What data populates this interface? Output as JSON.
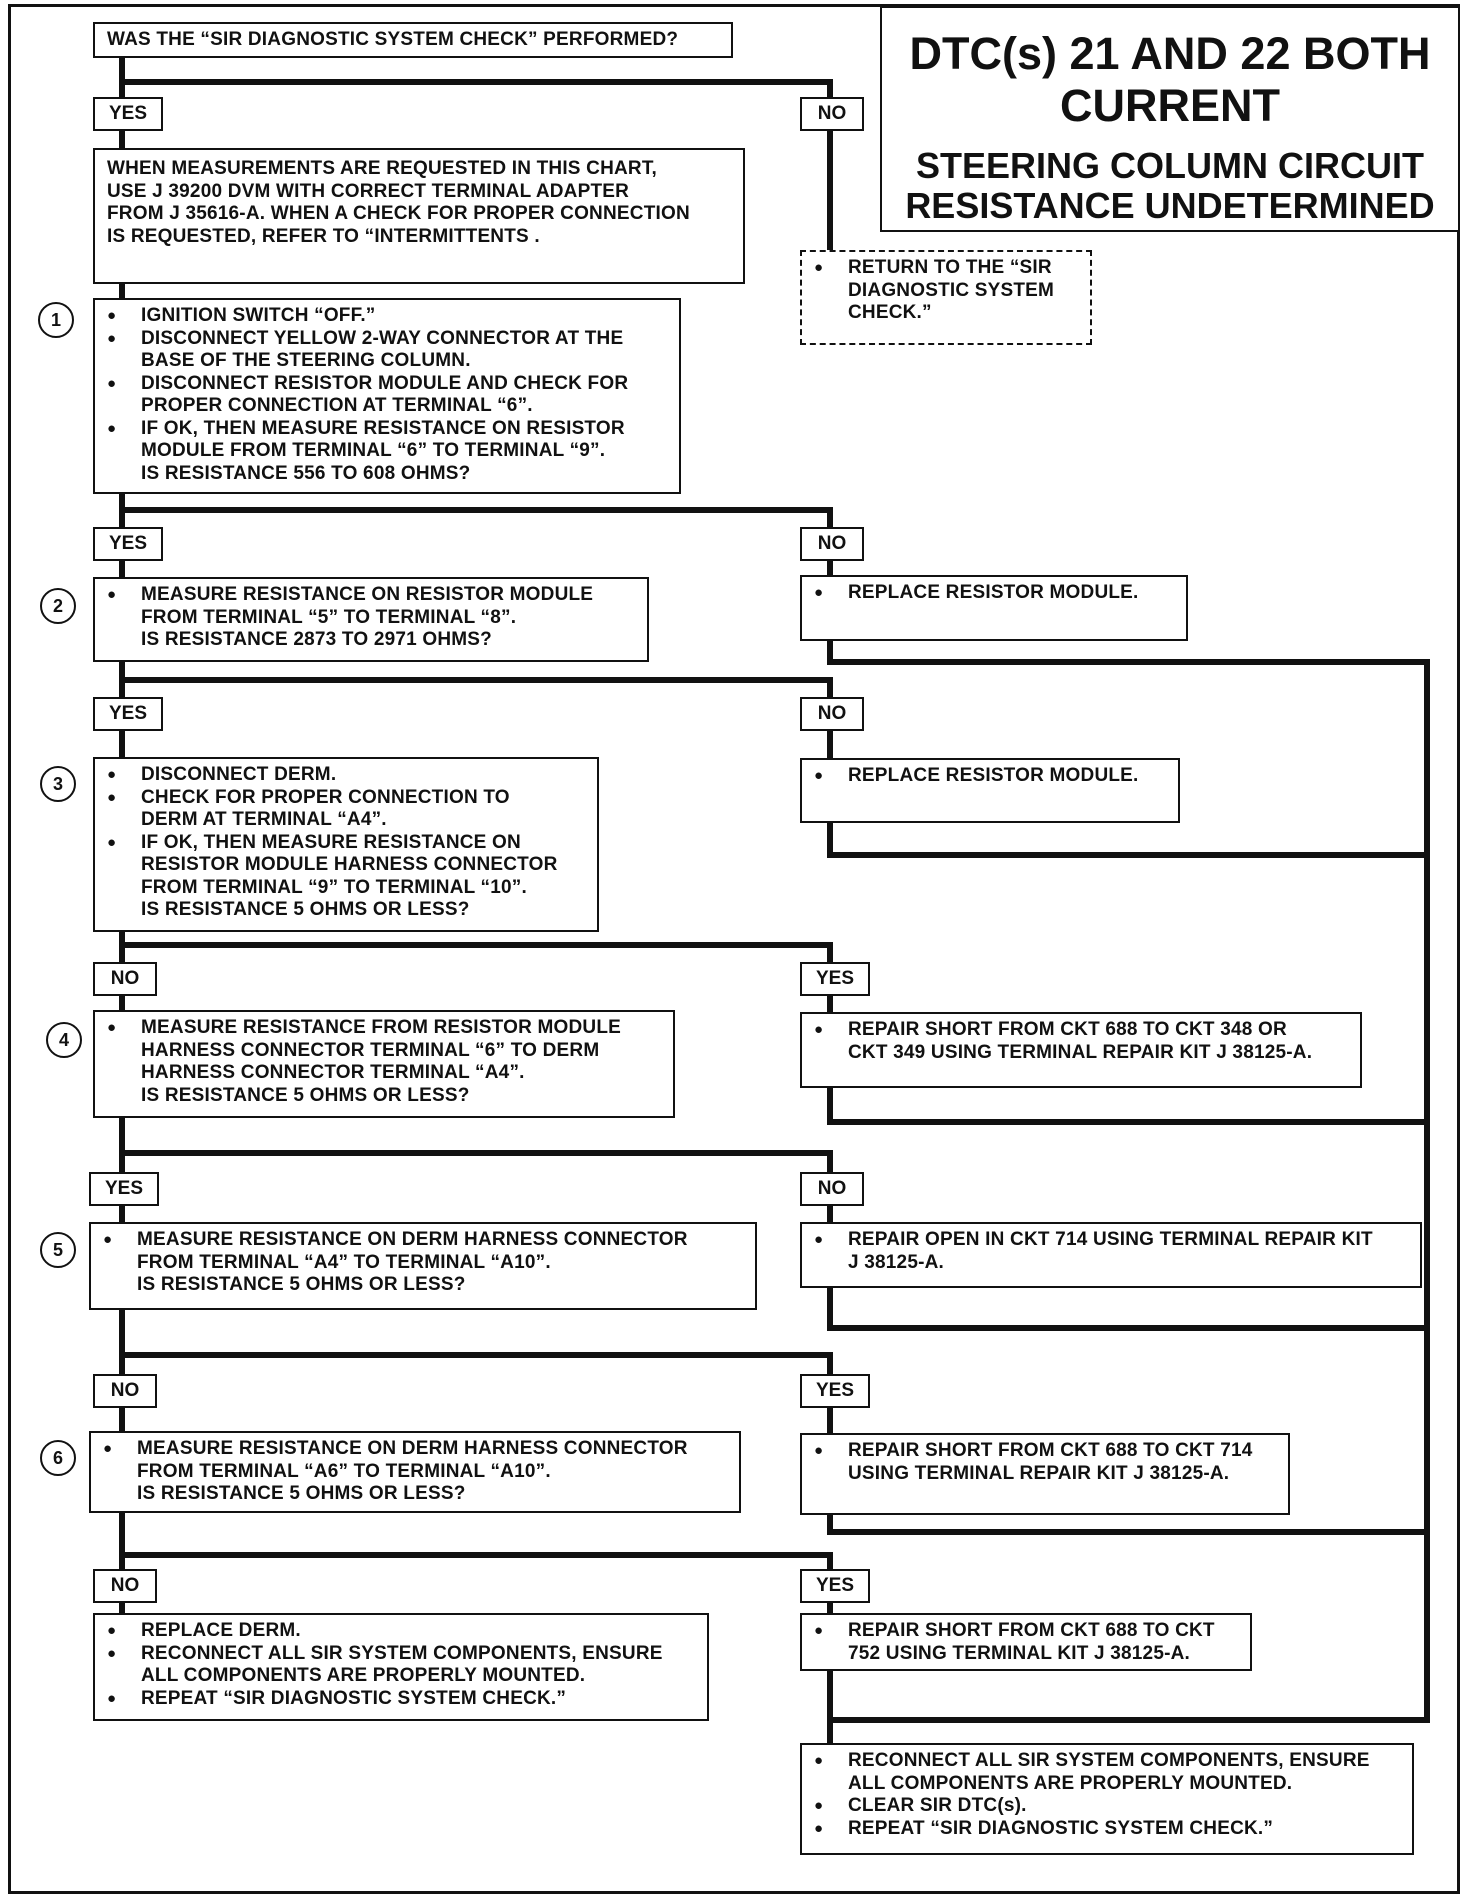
{
  "title": {
    "main": "DTC(s) 21 AND 22 BOTH\nCURRENT",
    "sub": "STEERING COLUMN CIRCUIT\nRESISTANCE UNDETERMINED"
  },
  "question_top": "WAS THE “SIR DIAGNOSTIC SYSTEM CHECK” PERFORMED?",
  "yes": "YES",
  "no": "NO",
  "note": "WHEN MEASUREMENTS ARE REQUESTED IN THIS CHART,\nUSE J 39200 DVM WITH CORRECT TERMINAL ADAPTER\nFROM J 35616-A. WHEN A CHECK FOR PROPER CONNECTION\nIS REQUESTED, REFER TO “INTERMITTENTS .",
  "return_check": "RETURN TO THE “SIR\nDIAGNOSTIC SYSTEM\nCHECK.”",
  "steps": [
    "1",
    "2",
    "3",
    "4",
    "5",
    "6"
  ],
  "step1": [
    "IGNITION SWITCH “OFF.”",
    "DISCONNECT YELLOW 2-WAY CONNECTOR AT THE\nBASE OF THE STEERING COLUMN.",
    "DISCONNECT RESISTOR MODULE AND CHECK FOR\nPROPER CONNECTION AT TERMINAL “6”.",
    "IF OK, THEN MEASURE RESISTANCE ON RESISTOR\nMODULE FROM TERMINAL “6” TO TERMINAL “9”.\nIS RESISTANCE 556 TO 608 OHMS?"
  ],
  "step1_no": "REPLACE RESISTOR MODULE.",
  "step2": "MEASURE RESISTANCE ON RESISTOR MODULE\nFROM TERMINAL “5” TO TERMINAL “8”.\nIS RESISTANCE 2873 TO 2971 OHMS?",
  "step2_no": "REPLACE RESISTOR MODULE.",
  "step3": [
    "DISCONNECT DERM.",
    "CHECK FOR PROPER CONNECTION TO\nDERM AT TERMINAL “A4”.",
    "IF OK, THEN MEASURE RESISTANCE ON\nRESISTOR MODULE HARNESS CONNECTOR\nFROM TERMINAL “9” TO TERMINAL “10”.\nIS RESISTANCE 5 OHMS OR LESS?"
  ],
  "step3_yes": "REPAIR SHORT FROM CKT 688 TO CKT 348 OR\nCKT 349 USING TERMINAL REPAIR KIT J 38125-A.",
  "step4": "MEASURE RESISTANCE FROM RESISTOR MODULE\nHARNESS CONNECTOR TERMINAL “6” TO DERM\nHARNESS CONNECTOR TERMINAL “A4”.\nIS RESISTANCE 5 OHMS OR LESS?",
  "step4_no": "REPAIR OPEN IN CKT 714 USING TERMINAL REPAIR KIT\nJ 38125-A.",
  "step5": "MEASURE RESISTANCE  ON DERM HARNESS CONNECTOR\nFROM TERMINAL “A4” TO  TERMINAL “A10”.\nIS RESISTANCE 5 OHMS OR LESS?",
  "step5_yes": "REPAIR SHORT FROM CKT 688 TO CKT 714\nUSING TERMINAL REPAIR KIT J 38125-A.",
  "step6": "MEASURE RESISTANCE ON DERM HARNESS CONNECTOR\nFROM TERMINAL “A6” TO TERMINAL “A10”.\nIS RESISTANCE 5 OHMS OR LESS?",
  "step6_no": [
    "REPLACE DERM.",
    "RECONNECT ALL SIR SYSTEM COMPONENTS, ENSURE\nALL COMPONENTS ARE PROPERLY MOUNTED.",
    "REPEAT “SIR DIAGNOSTIC SYSTEM CHECK.”"
  ],
  "step6_yes": "REPAIR SHORT FROM CKT 688 TO CKT\n752 USING TERMINAL KIT J 38125-A.",
  "final": [
    "RECONNECT ALL SIR SYSTEM COMPONENTS, ENSURE\nALL COMPONENTS ARE PROPERLY MOUNTED.",
    "CLEAR SIR DTC(s).",
    "REPEAT “SIR DIAGNOSTIC SYSTEM CHECK.”"
  ]
}
